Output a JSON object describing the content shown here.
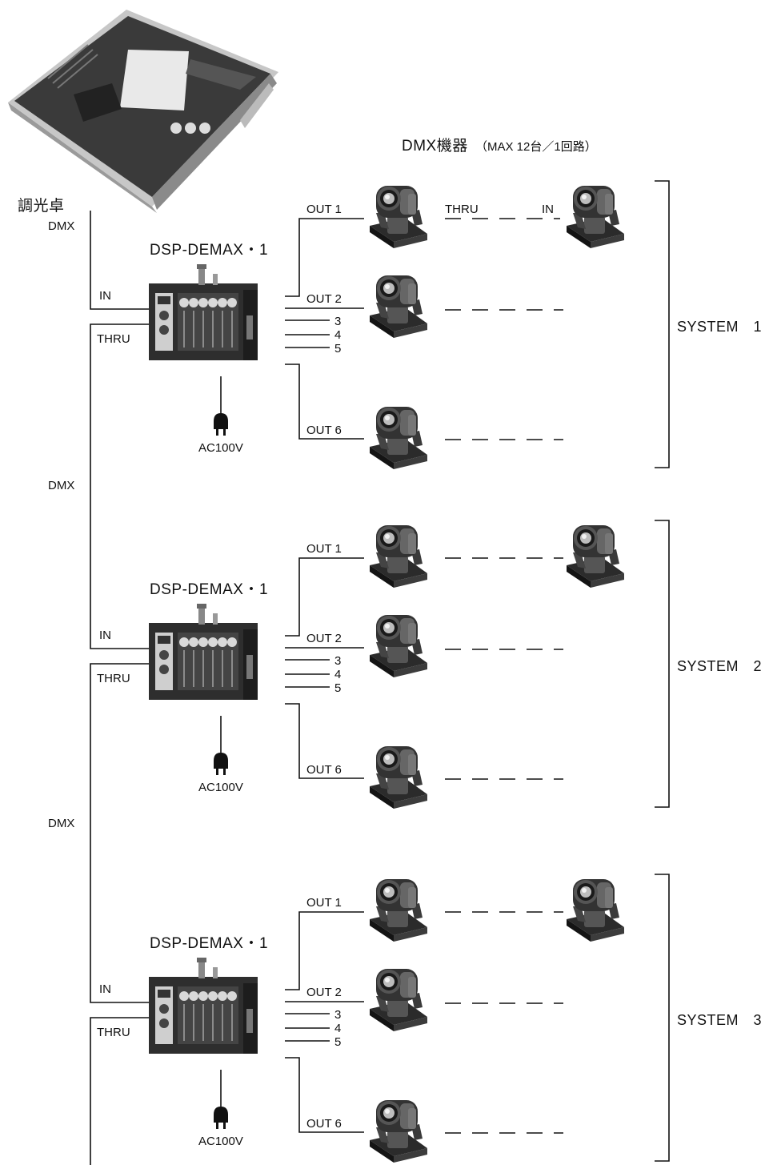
{
  "console_label": "調光卓",
  "dmx_header": {
    "main": "DMX機器",
    "note": "（MAX 12台／1回路）"
  },
  "colors": {
    "line": "#111111",
    "device_dark": "#2e2e2e",
    "device_panel": "#cfcfcf",
    "console_body": "#3a3a3a"
  },
  "icons": [
    "lighting-console-icon",
    "distributor-box-icon",
    "power-plug-icon",
    "moving-head-light-icon"
  ],
  "systems": [
    {
      "device_name": "DSP-DEMAX・1",
      "upstream_label": "DMX",
      "in_label": "IN",
      "thru_label": "THRU",
      "power_label": "AC100V",
      "outputs": {
        "out1": "OUT 1",
        "out2": "OUT 2",
        "out3": "3",
        "out4": "4",
        "out5": "5",
        "out6": "OUT 6"
      },
      "chain_thru": "THRU",
      "chain_in": "IN",
      "system_label": "SYSTEM　1"
    },
    {
      "device_name": "DSP-DEMAX・1",
      "upstream_label": "DMX",
      "in_label": "IN",
      "thru_label": "THRU",
      "power_label": "AC100V",
      "outputs": {
        "out1": "OUT 1",
        "out2": "OUT 2",
        "out3": "3",
        "out4": "4",
        "out5": "5",
        "out6": "OUT 6"
      },
      "system_label": "SYSTEM　2"
    },
    {
      "device_name": "DSP-DEMAX・1",
      "upstream_label": "DMX",
      "in_label": "IN",
      "thru_label": "THRU",
      "power_label": "AC100V",
      "outputs": {
        "out1": "OUT 1",
        "out2": "OUT 2",
        "out3": "3",
        "out4": "4",
        "out5": "5",
        "out6": "OUT 6"
      },
      "system_label": "SYSTEM　3"
    }
  ]
}
